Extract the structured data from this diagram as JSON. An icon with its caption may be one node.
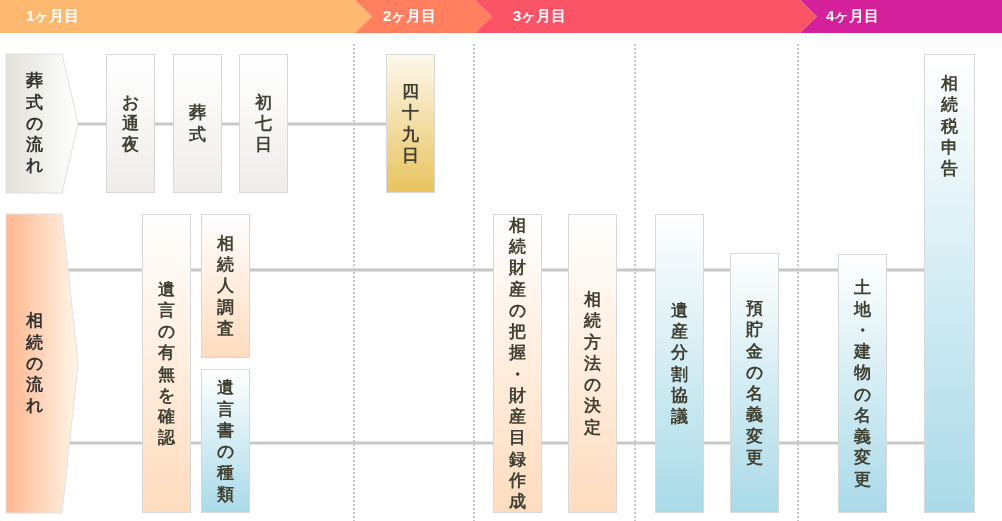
{
  "diagram": {
    "nodes": [
      {
        "text": [
          "1ヶ月目"
        ]
      },
      {
        "text": [
          "2ヶ月目"
        ]
      },
      {
        "text": [
          "3ヶ月目"
        ]
      },
      {
        "text": [
          "4ヶ月目"
        ]
      },
      {
        "text": [
          "葬式の流れ"
        ]
      },
      {
        "text": [
          "お通夜"
        ]
      },
      {
        "text": [
          "葬式"
        ]
      },
      {
        "text": [
          "初七日"
        ]
      },
      {
        "text": [
          "四十九日"
        ]
      },
      {
        "text": [
          "相続の流れ"
        ]
      },
      {
        "text": [
          "遺言の有無を確認"
        ]
      },
      {
        "text": [
          "相続人調査"
        ]
      },
      {
        "text": [
          "遺言書の種類"
        ]
      },
      {
        "text": [
          "相続財産の把握・財産目録作成"
        ]
      },
      {
        "text": [
          "相続方法の決定"
        ]
      },
      {
        "text": [
          "遺産分割協議"
        ]
      },
      {
        "text": [
          "預貯金の名義変更"
        ]
      },
      {
        "text": [
          "土地・建物の名義変更"
        ]
      },
      {
        "text": [
          "相続税申告"
        ]
      }
    ],
    "edges": [
      {
        "from": 4,
        "to": 5,
        "arrow": "none"
      },
      {
        "from": 5,
        "to": 6,
        "arrow": "none"
      },
      {
        "from": 6,
        "to": 7,
        "arrow": "none"
      },
      {
        "from": 7,
        "to": 8,
        "arrow": "none"
      },
      {
        "from": 9,
        "to": 10,
        "arrow": "none"
      },
      {
        "from": 10,
        "to": 11,
        "arrow": "none"
      },
      {
        "from": 11,
        "to": 13,
        "arrow": "none"
      },
      {
        "from": 13,
        "to": 14,
        "arrow": "none"
      },
      {
        "from": 14,
        "to": 15,
        "arrow": "none"
      },
      {
        "from": 15,
        "to": 16,
        "arrow": "none"
      },
      {
        "from": 16,
        "to": 17,
        "arrow": "none"
      },
      {
        "from": 17,
        "to": 18,
        "arrow": "none"
      },
      {
        "from": 9,
        "to": 10,
        "arrow": "none"
      },
      {
        "from": 10,
        "to": 12,
        "arrow": "none"
      },
      {
        "from": 12,
        "to": 13,
        "arrow": "none"
      },
      {
        "from": 13,
        "to": 14,
        "arrow": "none"
      },
      {
        "from": 14,
        "to": 15,
        "arrow": "none"
      },
      {
        "from": 15,
        "to": 16,
        "arrow": "none"
      },
      {
        "from": 16,
        "to": 17,
        "arrow": "none"
      },
      {
        "from": 17,
        "to": 18,
        "arrow": "none"
      }
    ]
  }
}
